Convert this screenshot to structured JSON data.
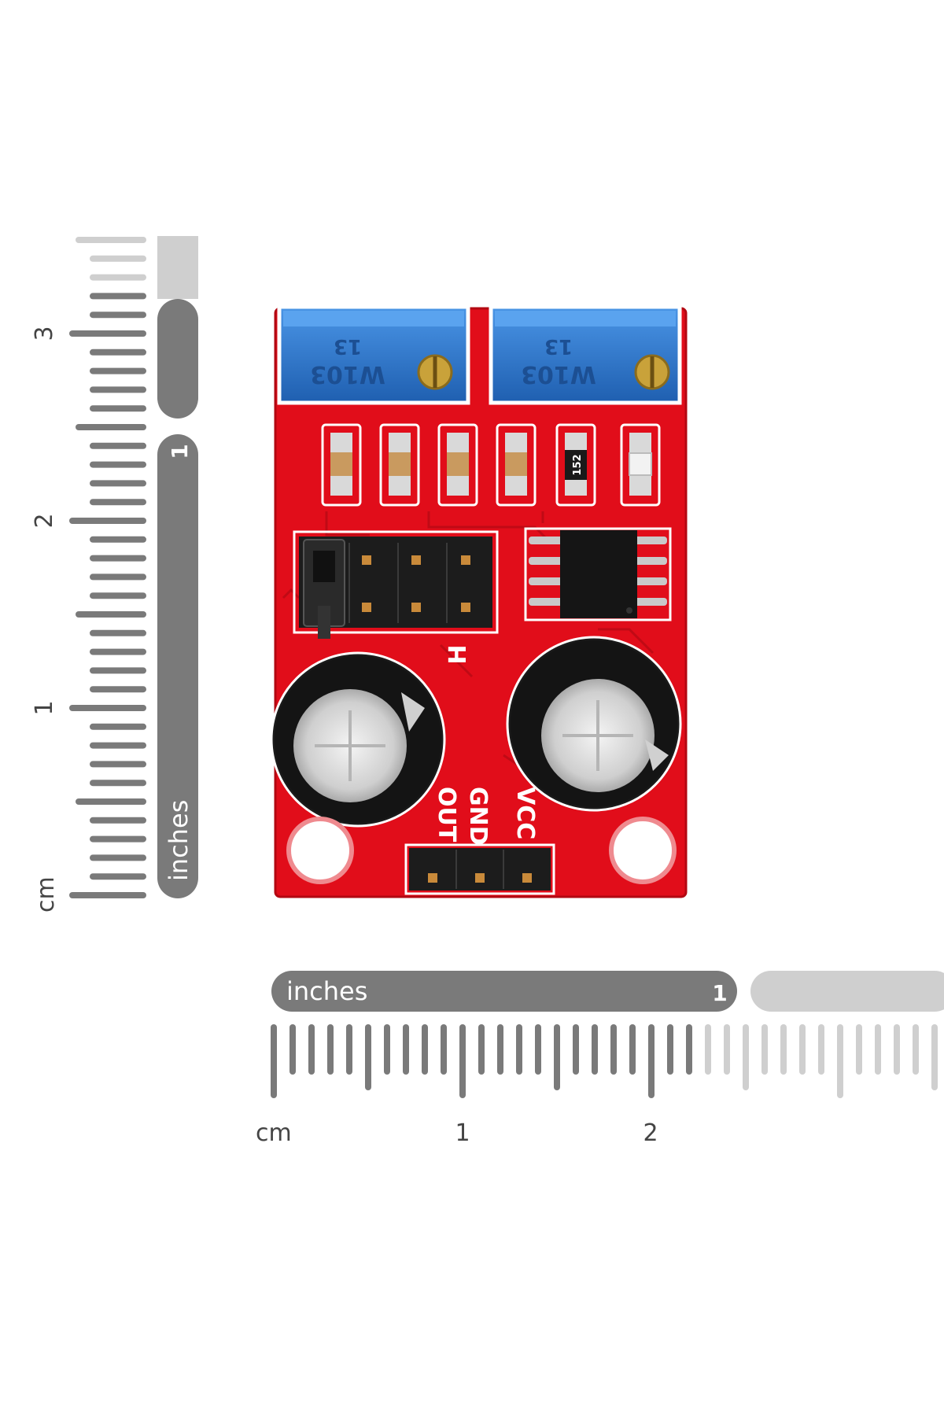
{
  "ruler_vertical": {
    "cm_label": "cm",
    "inch_label": "inches",
    "cm_numbers": [
      "1",
      "2",
      "3"
    ],
    "inch_number": "1"
  },
  "ruler_horizontal": {
    "cm_label": "cm",
    "inch_label": "inches",
    "cm_numbers": [
      "1",
      "2"
    ],
    "inch_number": "1"
  },
  "board": {
    "pot_markings": [
      "W103",
      "W103"
    ],
    "pot_ids": [
      "13",
      "13"
    ],
    "resistor_code": "152",
    "jumper_label": "H",
    "pins": [
      "OUT",
      "GND",
      "VCC"
    ]
  },
  "colors": {
    "pcb": "#e10d1a",
    "pot": "#2f7ad0",
    "ruler_dark": "#7a7a7a",
    "ruler_light": "#cfcfcf"
  }
}
